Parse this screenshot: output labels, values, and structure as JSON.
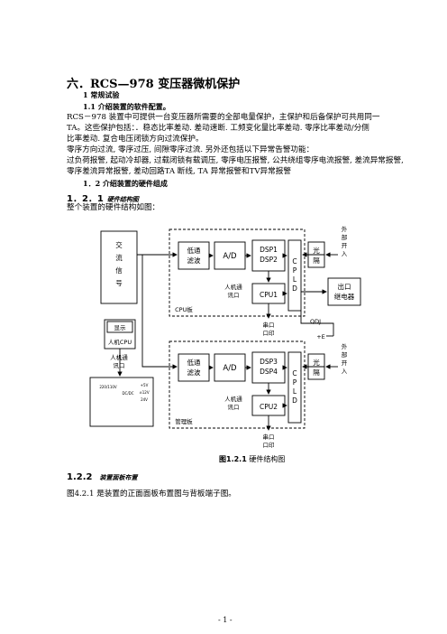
{
  "title": "六．RCS—978 变压器微机保护",
  "s1": "1 常规试验",
  "s11": "1.1 介绍装置的软件配置。",
  "p1": "RCS－978 装置中可提供一台变压器所需要的全部电量保护，主保护和后备保护可共用同一",
  "p2": "TA。这些保护包括：．稳态比率差动. 差动速断. 工频变化量比率差动. 零序比率差动/分侧",
  "p3": "比率差动. 复合电压闭锁方向过流保护。",
  "p4": "零序方向过流, 零序过压, 间隙零序过流. 另外还包括以下异常告警功能：",
  "p5": "过负荷报警, 起动冷却器, 过载闭锁有载调压, 零序电压报警, 公共绕组零序电流报警, 差流异常报警,",
  "p6": "零序差流异常报警, 差动回路TA 断线, TA 异常报警和TV异常报警",
  "s12": "1．2 介绍装置的硬件组成",
  "s121_num": "1．2．1",
  "s121_title": "硬件结构图",
  "p7": "整个装置的硬件结构如图：",
  "diagram": {
    "ac_input": [
      "交",
      "流",
      "信",
      "号"
    ],
    "lowpass_top": [
      "低通",
      "滤波"
    ],
    "ad_top": "A/D",
    "dsp_top": [
      "DSP1",
      "DSP2"
    ],
    "cpld_top": [
      "C",
      "P",
      "L",
      "D"
    ],
    "opto_top": [
      "光",
      "隔"
    ],
    "ext_in_top": [
      "外",
      "部",
      "开",
      "入"
    ],
    "output_relay": [
      "出口",
      "继电器"
    ],
    "hmi_port_top": [
      "人机通",
      "讯口"
    ],
    "cpu1": "CPU1",
    "cpu_board": "CPU板",
    "serial_top": [
      "串口",
      "口印"
    ],
    "qdj": "QDJ",
    "plus_e": "+E",
    "display": "显示",
    "hmi_cpu": "人机CPU",
    "hmi_port_left": [
      "人机通",
      "讯口"
    ],
    "lowpass_bot": [
      "低通",
      "滤波"
    ],
    "ad_bot": "A/D",
    "dsp_bot": [
      "DSP3",
      "DSP4"
    ],
    "cpld_bot": [
      "C",
      "P",
      "L",
      "D"
    ],
    "opto_bot": [
      "光",
      "隔"
    ],
    "ext_in_bot": [
      "外",
      "部",
      "开",
      "入"
    ],
    "hmi_port_bot": [
      "人机通",
      "讯口"
    ],
    "cpu2": "CPU2",
    "mgmt_board": "管理板",
    "serial_bot": [
      "串口",
      "口印"
    ],
    "psu_labels": [
      "220/110V",
      "DC/DC",
      "+5V",
      "±12V",
      "24V"
    ]
  },
  "figure_caption_num": "图1.2.1",
  "figure_caption": "硬件结构图",
  "s122_num": "1.2.2",
  "s122_title": "装置面板布置",
  "p8": "图4.2.1 是装置的正面面板布置图与背板端子图。",
  "page_number": "- 1 -"
}
